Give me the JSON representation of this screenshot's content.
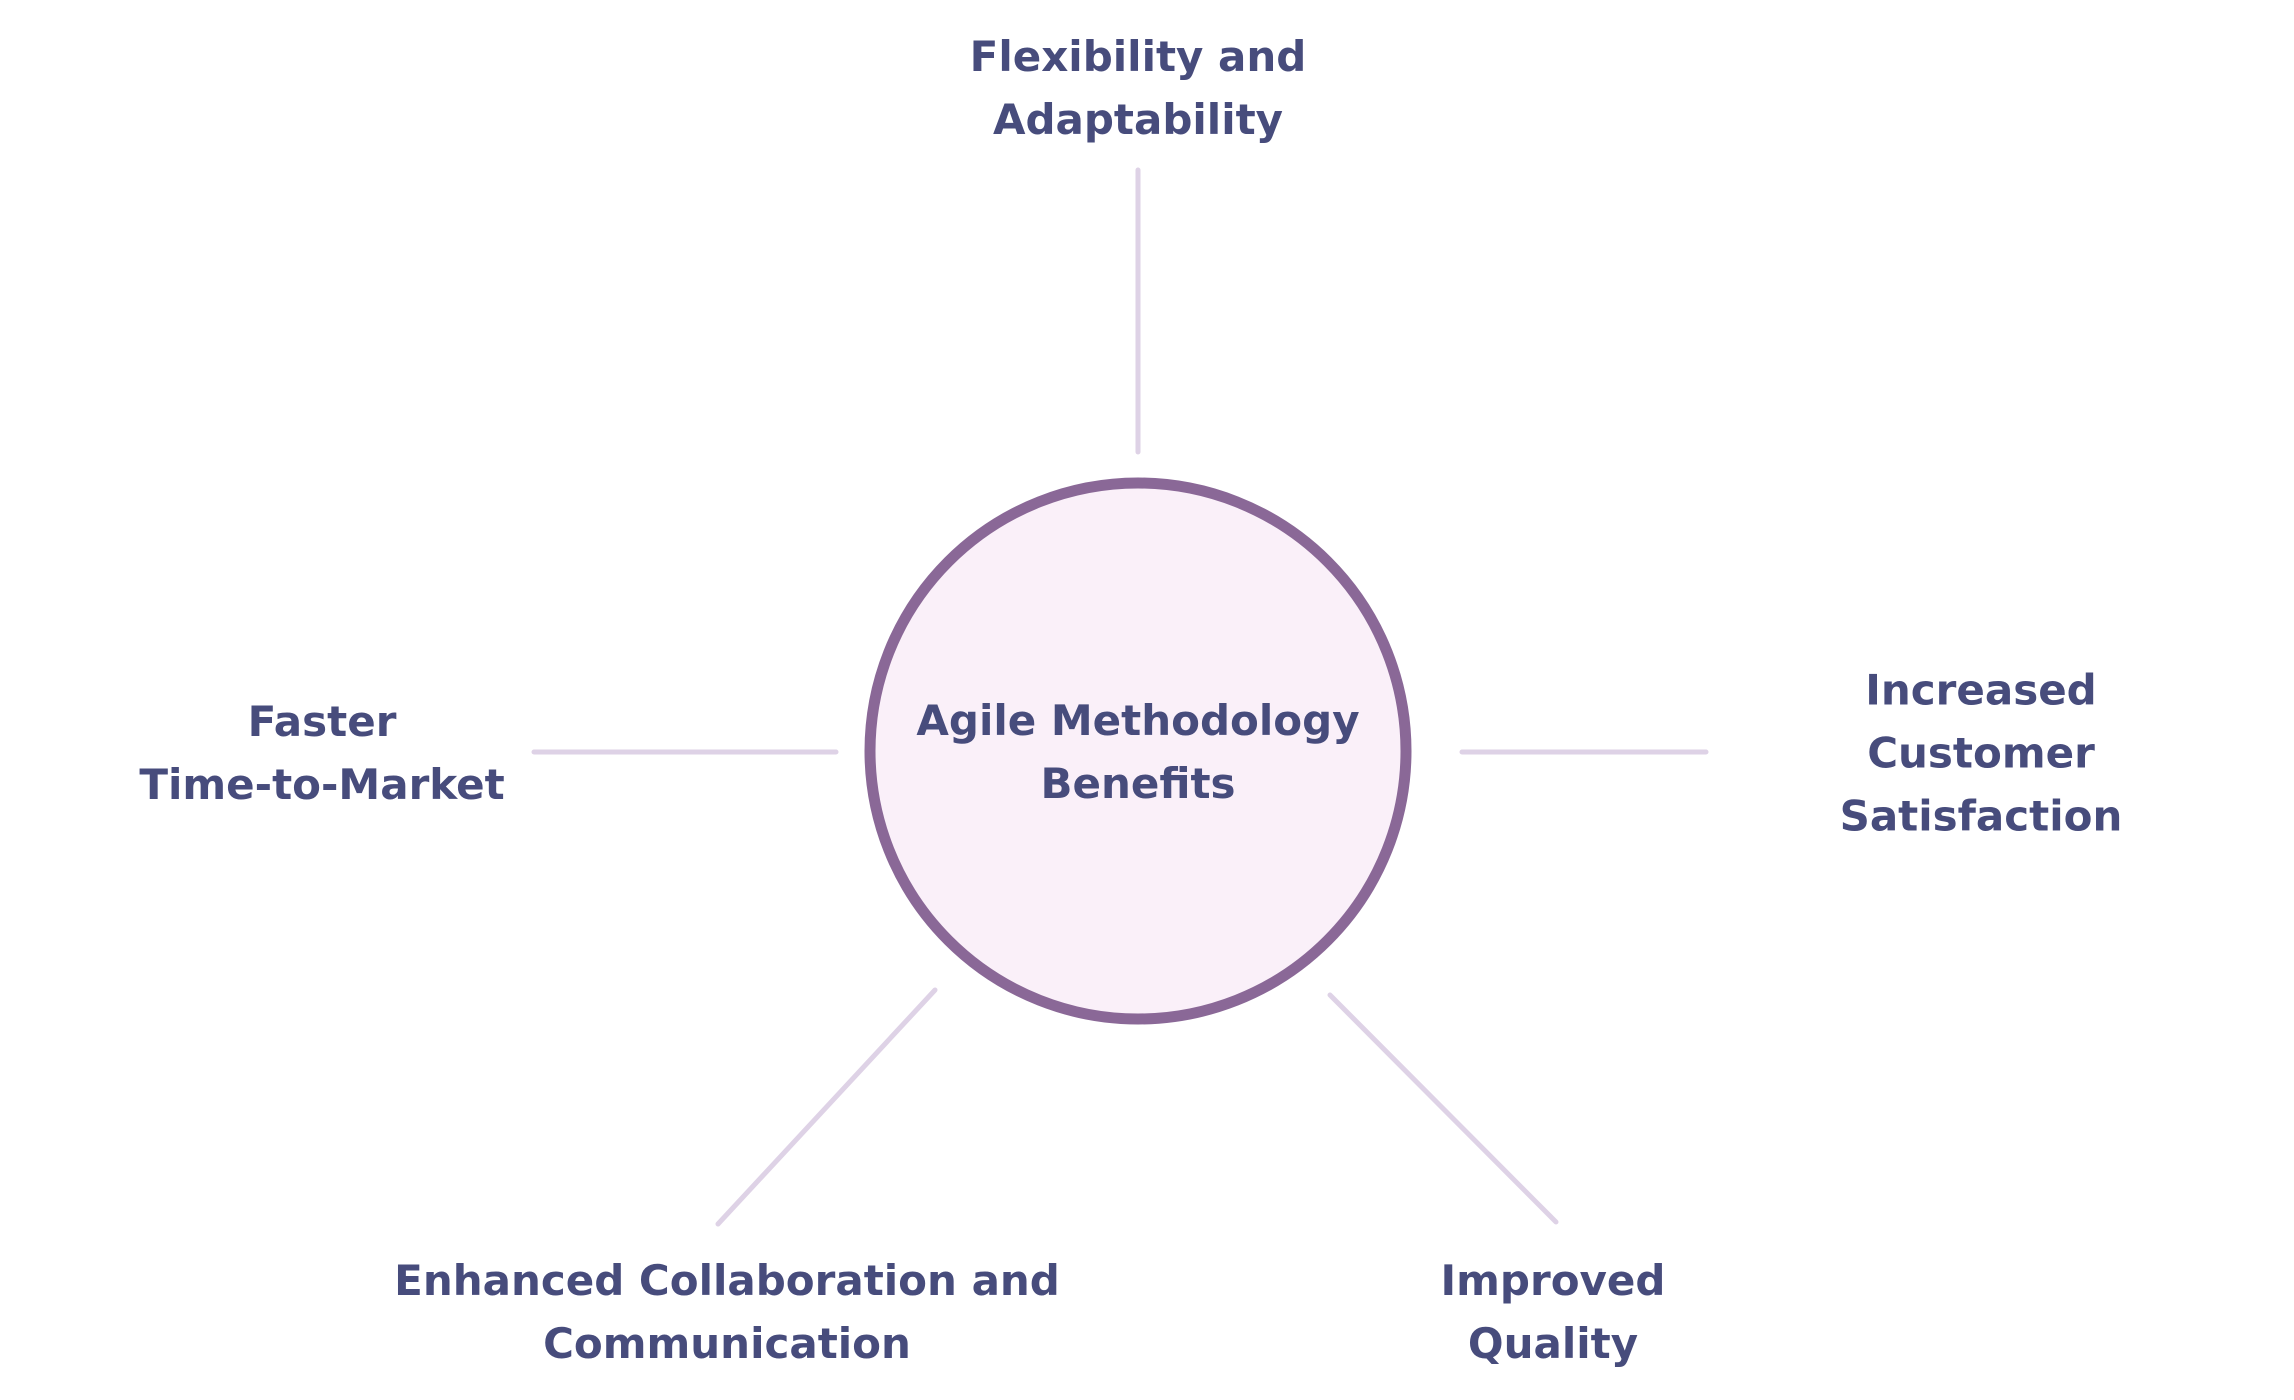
{
  "diagram": {
    "title": "Agile Methodology Benefits",
    "center": {
      "label": "Agile Methodology\nBenefits"
    },
    "nodes": [
      {
        "id": "flexibility-and-adaptability",
        "label": "Flexibility and\nAdaptability",
        "position": "top"
      },
      {
        "id": "increased-customer-satisfaction",
        "label": "Increased Customer\nSatisfaction",
        "position": "right"
      },
      {
        "id": "improved-quality",
        "label": "Improved\nQuality",
        "position": "bottom-right"
      },
      {
        "id": "enhanced-collaboration",
        "label": "Enhanced Collaboration and\nCommunication",
        "position": "bottom-left"
      },
      {
        "id": "faster-time-to-market",
        "label": "Faster\nTime-to-Market",
        "position": "left"
      }
    ]
  },
  "colors": {
    "background": "#ffffff",
    "text": "#474c7c",
    "circle_fill": "#faf0f9",
    "circle_stroke": "#8a6897",
    "connector": "#ded2e6"
  }
}
